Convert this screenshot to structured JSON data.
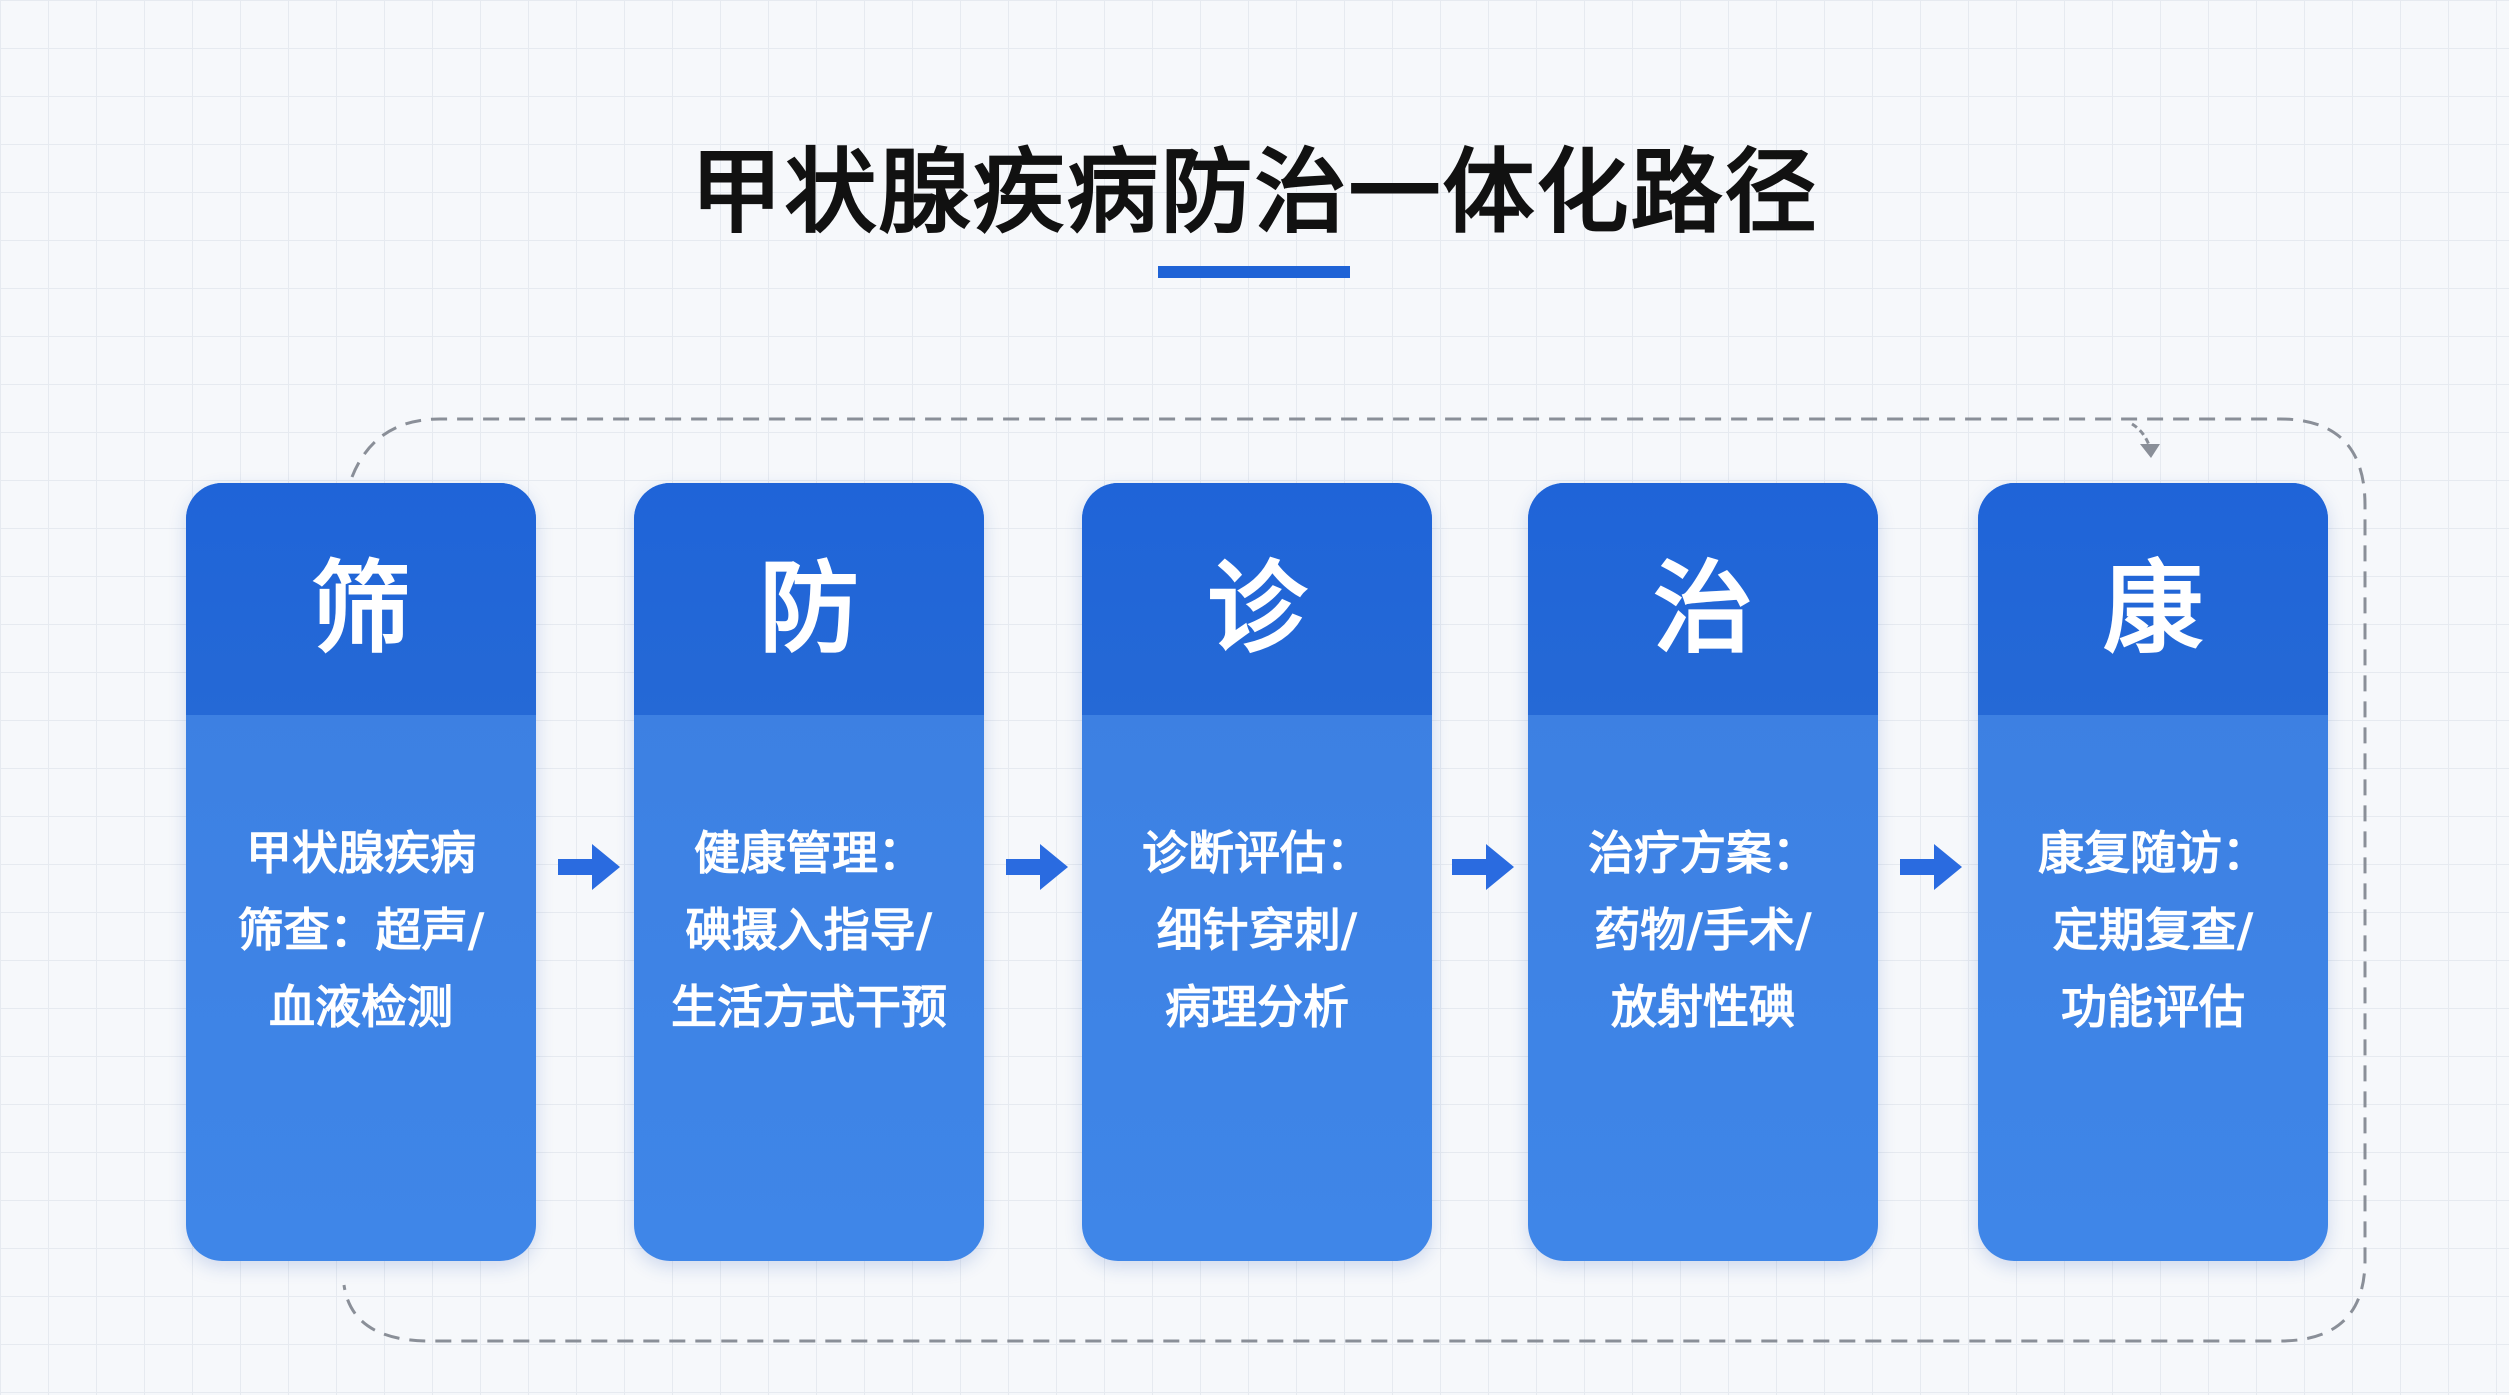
{
  "title": "甲状腺疾病防治一体化路径",
  "steps": [
    {
      "char": "筛",
      "lines": [
        "甲状腺疾病",
        "筛查：超声/",
        "血液检测"
      ]
    },
    {
      "char": "防",
      "lines": [
        "健康管理：",
        "碘摄入指导/",
        "生活方式干预"
      ]
    },
    {
      "char": "诊",
      "lines": [
        "诊断评估：",
        "细针穿刺/",
        "病理分析"
      ]
    },
    {
      "char": "治",
      "lines": [
        "治疗方案：",
        "药物/手术/",
        "放射性碘"
      ]
    },
    {
      "char": "康",
      "lines": [
        "康复随访：",
        "定期复查/",
        "功能评估"
      ]
    }
  ],
  "colors": {
    "accent": "#1f63d6",
    "card_head": "#1f64d8",
    "card_body": "#3f86e8"
  }
}
